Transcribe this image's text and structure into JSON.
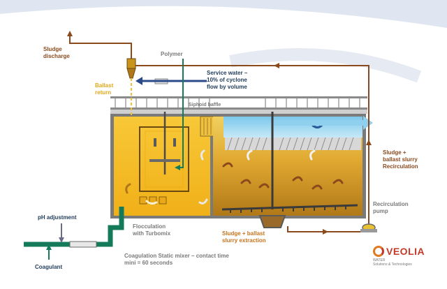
{
  "labels": {
    "sludge_discharge_1": "Sludge",
    "sludge_discharge_2": "discharge",
    "ballast_return_1": "Ballast",
    "ballast_return_2": "return",
    "polymer": "Polymer",
    "service_water_1": "Service water –",
    "service_water_2": "10% of cyclone",
    "service_water_3": "flow by volume",
    "siphoid_baffle": "Siphoid baffle",
    "recirculation_1": "Sludge +",
    "recirculation_2": "ballast slurry",
    "recirculation_3": "Recirculation",
    "recirculation_pump_1": "Recirculation",
    "recirculation_pump_2": "pump",
    "ph_adjustment": "pH adjustment",
    "coagulant": "Coagulant",
    "flocculation_1": "Flocculation",
    "flocculation_2": "with Turbomix",
    "sludge_extraction_1": "Sludge + ballast",
    "sludge_extraction_2": "slurry extraction",
    "static_mixer_1": "Coagulation Static mixer – contact time",
    "static_mixer_2": "mini = 60 seconds"
  },
  "logo": {
    "name": "VEOLIA",
    "sub1": "WATER",
    "sub2": "Solutions & Technologies"
  },
  "colors": {
    "pipe_green": "#157a5a",
    "pipe_brown": "#8a4a1c",
    "floc_yellow": "#f4b820",
    "settling_gold": "#d8a028",
    "clear_water": "#8fd0ee",
    "service_arrow": "#2a4a8a"
  }
}
